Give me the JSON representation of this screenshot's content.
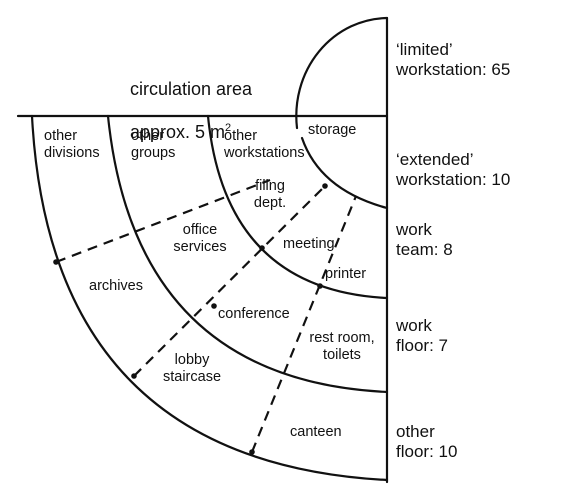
{
  "circulation": {
    "line1": "circulation area",
    "line2_prefix": "approx. 5 m",
    "line2_sup": "2"
  },
  "zones": [
    {
      "key": "limited",
      "label": "‘limited’\nworkstation: 65"
    },
    {
      "key": "extended",
      "label": "‘extended’\nworkstation: 10"
    },
    {
      "key": "team",
      "label": "work\nteam: 8"
    },
    {
      "key": "floor",
      "label": "work\nfloor: 7"
    },
    {
      "key": "other",
      "label": "other\nfloor: 10"
    }
  ],
  "areas": {
    "other_divisions": "other\ndivisions",
    "other_groups": "other\ngroups",
    "other_workstations": "other\nworkstations",
    "storage": "storage",
    "filing": "filing\ndept.",
    "office_services": "office\nservices",
    "meeting": "meeting",
    "printer": "printer",
    "archives": "archives",
    "conference": "conference",
    "rest_room": "rest room,\ntoilets",
    "lobby": "lobby\nstaircase",
    "canteen": "canteen"
  }
}
